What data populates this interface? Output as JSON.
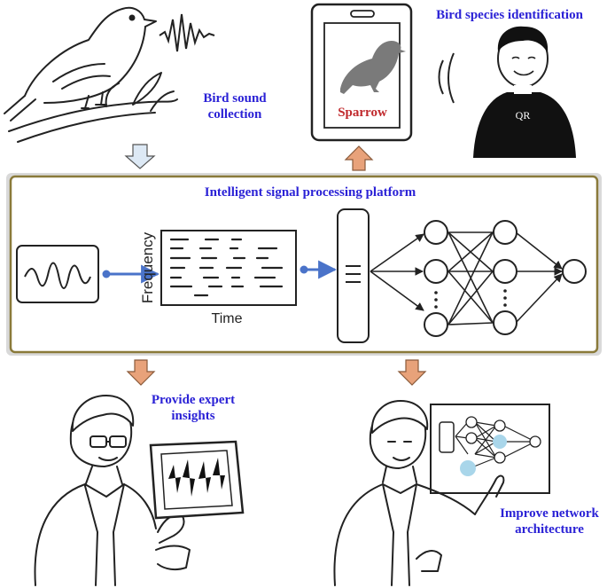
{
  "labels": {
    "bird_sound_collection": "Bird sound collection",
    "bird_species_identification": "Bird species identification",
    "platform_title": "Intelligent signal processing platform",
    "provide_expert_insights": "Provide expert insights",
    "improve_network_architecture": "Improve network architecture"
  },
  "phone": {
    "species": "Sparrow"
  },
  "shirt_text": "QR",
  "spectrogram": {
    "y_axis": "Frequency",
    "x_axis": "Time"
  },
  "colors": {
    "label_blue": "#2b22d6",
    "species_red": "#c0282c",
    "arrow_down_light": "#dde9f5",
    "arrow_orange": "#e8a27a",
    "signal_arrow": "#4a73c9",
    "platform_border": "#8a7a3a",
    "node_fill": "#a9d6ea"
  }
}
